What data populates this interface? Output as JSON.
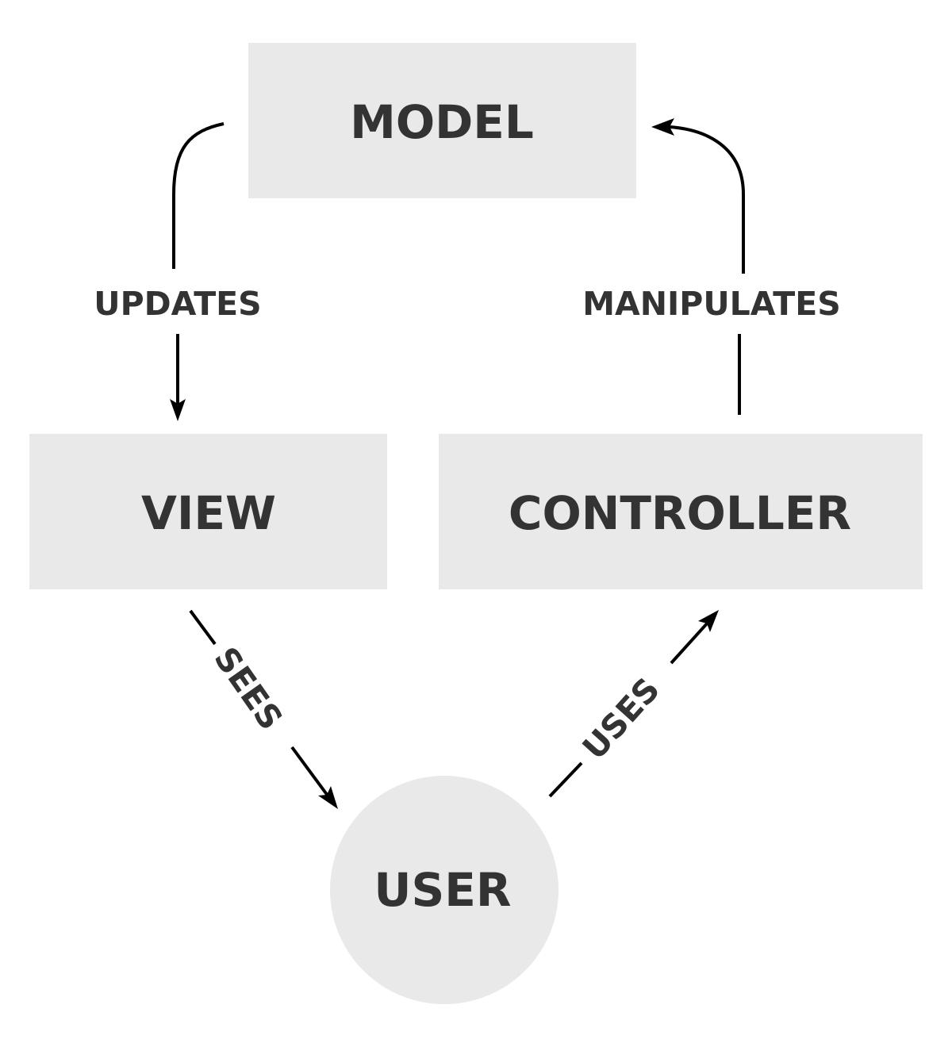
{
  "diagram": {
    "nodes": {
      "model": {
        "label": "MODEL",
        "shape": "rectangle"
      },
      "view": {
        "label": "VIEW",
        "shape": "rectangle"
      },
      "controller": {
        "label": "CONTROLLER",
        "shape": "rectangle"
      },
      "user": {
        "label": "USER",
        "shape": "circle"
      }
    },
    "edges": {
      "updates": {
        "label": "UPDATES",
        "from": "MODEL",
        "to": "VIEW"
      },
      "manipulates": {
        "label": "MANIPULATES",
        "from": "CONTROLLER",
        "to": "MODEL"
      },
      "sees": {
        "label": "SEES",
        "from": "VIEW",
        "to": "USER"
      },
      "uses": {
        "label": "USES",
        "from": "USER",
        "to": "CONTROLLER"
      }
    },
    "colors": {
      "node_fill": "#e9e9e9",
      "text": "#333333",
      "line": "#000000",
      "background": "#ffffff"
    }
  }
}
